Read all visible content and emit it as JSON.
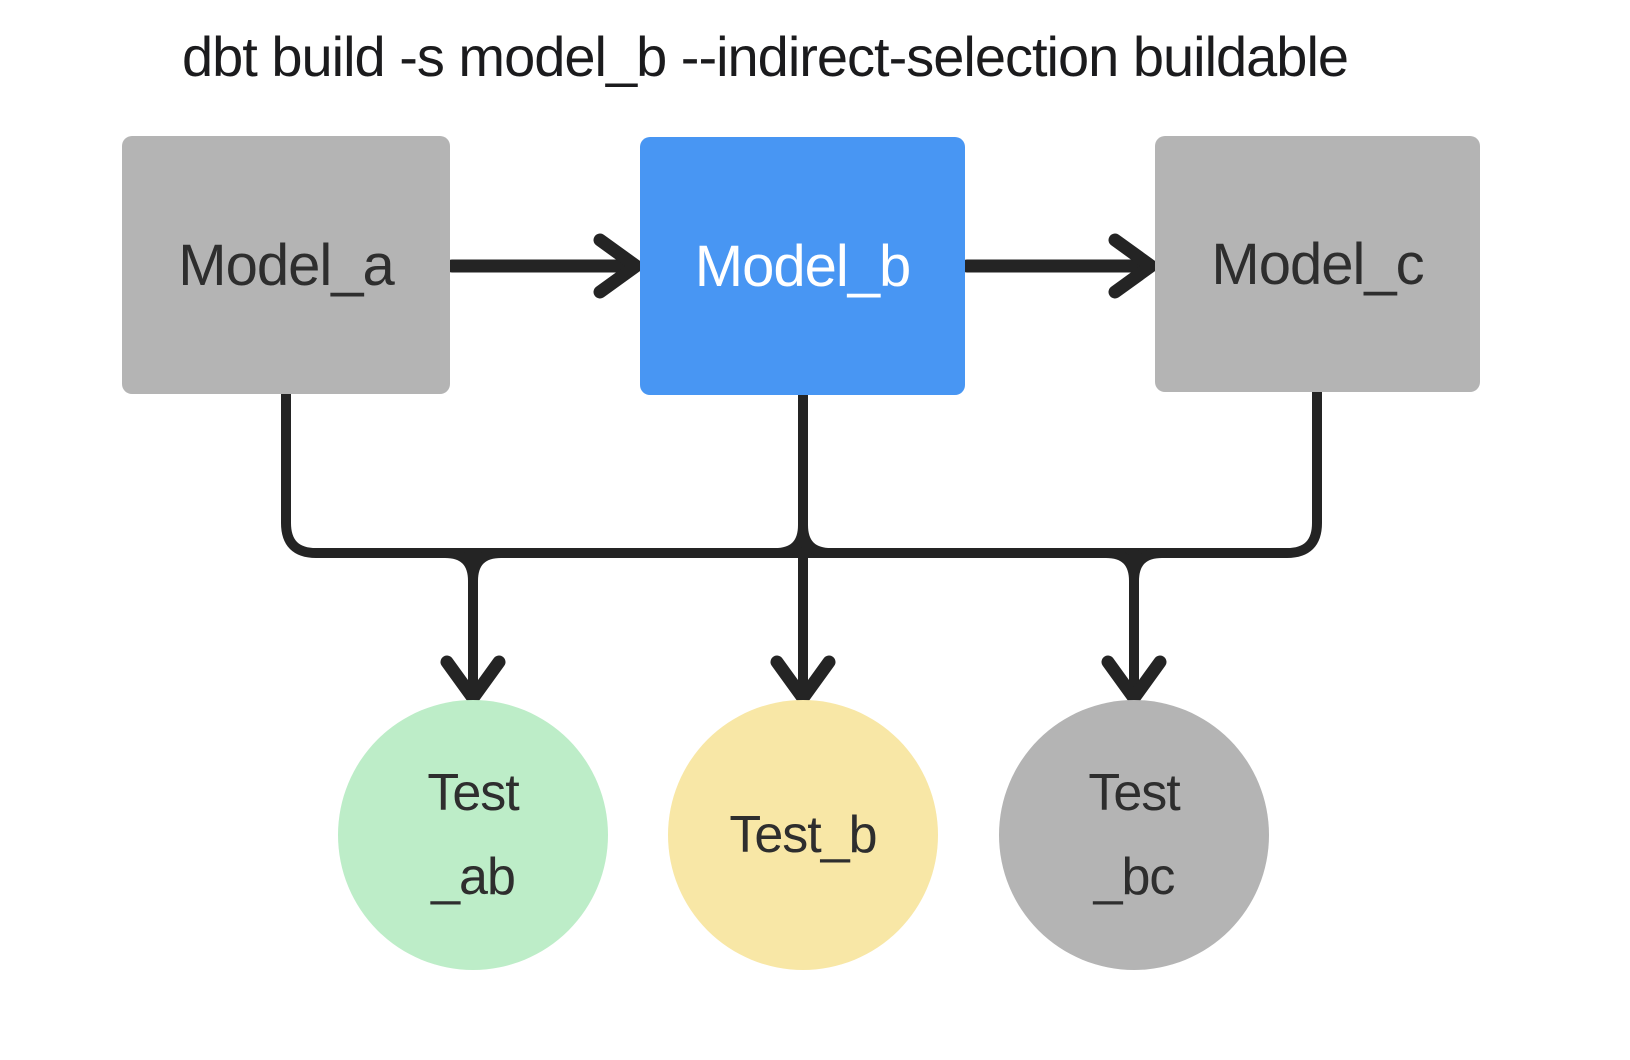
{
  "title": "dbt build -s model_b --indirect-selection buildable",
  "colors": {
    "line": "#242424",
    "title-color": "#1b1b1d",
    "box-gray": "#b4b4b4",
    "box-blue": "#4896f3",
    "circle-green": "#bdedc8",
    "circle-yellow": "#f8e7a6",
    "circle-gray": "#b4b4b4",
    "text-dark": "#2e2e2e",
    "text-light": "#ffffff"
  },
  "nodes": {
    "model_a": {
      "label": "Model_a"
    },
    "model_b": {
      "label": "Model_b"
    },
    "model_c": {
      "label": "Model_c"
    }
  },
  "tests": {
    "test_ab": {
      "line1": "Test",
      "line2": "_ab"
    },
    "test_b": {
      "line1": "Test_b",
      "line2": ""
    },
    "test_bc": {
      "line1": "Test",
      "line2": "_bc"
    }
  },
  "edges": [
    {
      "from": "model_a",
      "to": "model_b"
    },
    {
      "from": "model_b",
      "to": "model_c"
    },
    {
      "from": "model_a",
      "to": "test_ab"
    },
    {
      "from": "model_b",
      "to": "test_ab"
    },
    {
      "from": "model_b",
      "to": "test_b"
    },
    {
      "from": "model_b",
      "to": "test_bc"
    },
    {
      "from": "model_c",
      "to": "test_bc"
    }
  ]
}
